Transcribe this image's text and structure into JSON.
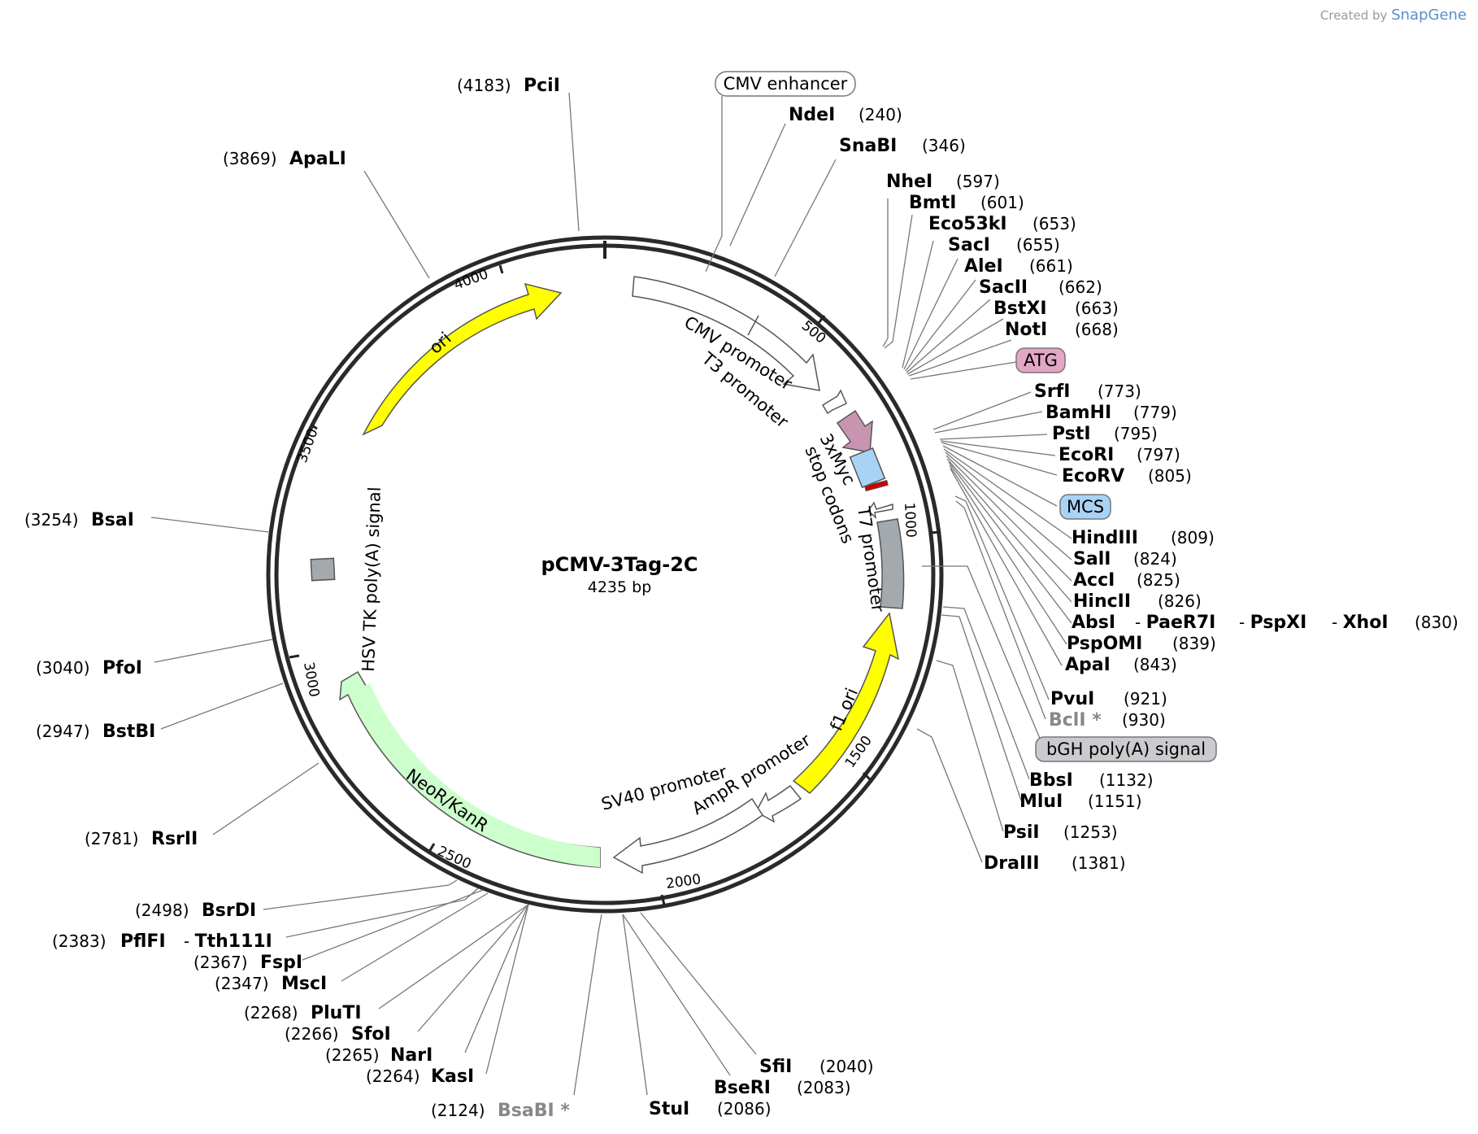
{
  "credit": {
    "prefix": "Created by",
    "brand": "SnapGene"
  },
  "plasmid": {
    "name": "pCMV-3Tag-2C",
    "size_label": "4235 bp",
    "length": 4235
  },
  "ticks": [
    {
      "label": "500"
    },
    {
      "label": "1000"
    },
    {
      "label": "1500"
    },
    {
      "label": "2000"
    },
    {
      "label": "2500"
    },
    {
      "label": "3000"
    },
    {
      "label": "3500"
    },
    {
      "label": "4000"
    }
  ],
  "features": [
    {
      "label": "CMV promoter"
    },
    {
      "label": "T3 promoter"
    },
    {
      "label": "3xMyc"
    },
    {
      "label": "stop codons"
    },
    {
      "label": "T7 promoter"
    },
    {
      "label": "f1 ori"
    },
    {
      "label": "AmpR promoter"
    },
    {
      "label": "SV40 promoter"
    },
    {
      "label": "NeoR/KanR"
    },
    {
      "label": "HSV TK poly(A) signal"
    },
    {
      "label": "ori"
    }
  ],
  "boxed_labels": [
    {
      "label": "CMV enhancer",
      "color": "#ffffff"
    },
    {
      "label": "ATG",
      "color": "#e3a6c6"
    },
    {
      "label": "MCS",
      "color": "#a9d3f5"
    },
    {
      "label": "bGH poly(A) signal",
      "color": "#c9cbce"
    }
  ],
  "sites": [
    {
      "name": "PciI",
      "pos": "(4183)"
    },
    {
      "name": "ApaLI",
      "pos": "(3869)"
    },
    {
      "name": "NdeI",
      "pos": "(240)"
    },
    {
      "name": "SnaBI",
      "pos": "(346)"
    },
    {
      "name": "NheI",
      "pos": "(597)"
    },
    {
      "name": "BmtI",
      "pos": "(601)"
    },
    {
      "name": "Eco53kI",
      "pos": "(653)"
    },
    {
      "name": "SacI",
      "pos": "(655)"
    },
    {
      "name": "AleI",
      "pos": "(661)"
    },
    {
      "name": "SacII",
      "pos": "(662)"
    },
    {
      "name": "BstXI",
      "pos": "(663)"
    },
    {
      "name": "NotI",
      "pos": "(668)"
    },
    {
      "name": "SrfI",
      "pos": "(773)"
    },
    {
      "name": "BamHI",
      "pos": "(779)"
    },
    {
      "name": "PstI",
      "pos": "(795)"
    },
    {
      "name": "EcoRI",
      "pos": "(797)"
    },
    {
      "name": "EcoRV",
      "pos": "(805)"
    },
    {
      "name": "HindIII",
      "pos": "(809)"
    },
    {
      "name": "SalI",
      "pos": "(824)"
    },
    {
      "name": "AccI",
      "pos": "(825)"
    },
    {
      "name": "HincII",
      "pos": "(826)"
    },
    {
      "name": "AbsI",
      "name2": "PaeR7I",
      "name3": "PspXI",
      "name4": "XhoI",
      "pos": "(830)"
    },
    {
      "name": "PspOMI",
      "pos": "(839)"
    },
    {
      "name": "ApaI",
      "pos": "(843)"
    },
    {
      "name": "PvuI",
      "pos": "(921)"
    },
    {
      "name": "BclI *",
      "pos": "(930)",
      "gray": true
    },
    {
      "name": "BbsI",
      "pos": "(1132)"
    },
    {
      "name": "MluI",
      "pos": "(1151)"
    },
    {
      "name": "PsiI",
      "pos": "(1253)"
    },
    {
      "name": "DraIII",
      "pos": "(1381)"
    },
    {
      "name": "SfiI",
      "pos": "(2040)"
    },
    {
      "name": "BseRI",
      "pos": "(2083)"
    },
    {
      "name": "StuI",
      "pos": "(2086)"
    },
    {
      "name": "BsaBI *",
      "pos": "(2124)",
      "gray": true
    },
    {
      "name": "KasI",
      "pos": "(2264)"
    },
    {
      "name": "NarI",
      "pos": "(2265)"
    },
    {
      "name": "SfoI",
      "pos": "(2266)"
    },
    {
      "name": "PluTI",
      "pos": "(2268)"
    },
    {
      "name": "MscI",
      "pos": "(2347)"
    },
    {
      "name": "FspI",
      "pos": "(2367)"
    },
    {
      "name": "PflFI",
      "name2": "Tth111I",
      "pos": "(2383)"
    },
    {
      "name": "BsrDI",
      "pos": "(2498)"
    },
    {
      "name": "RsrII",
      "pos": "(2781)"
    },
    {
      "name": "BstBI",
      "pos": "(2947)"
    },
    {
      "name": "PfoI",
      "pos": "(3040)"
    },
    {
      "name": "BsaI",
      "pos": "(3254)"
    }
  ],
  "colors": {
    "ori": "#ffff00",
    "f1_ori": "#ffff00",
    "neo": "#ccffcc",
    "cmv_promoter": "#ffffff",
    "atg": "#c994b0",
    "tag": "#a9d3f5",
    "stop": "#cc0000",
    "polyA": "#a4a9ae"
  }
}
